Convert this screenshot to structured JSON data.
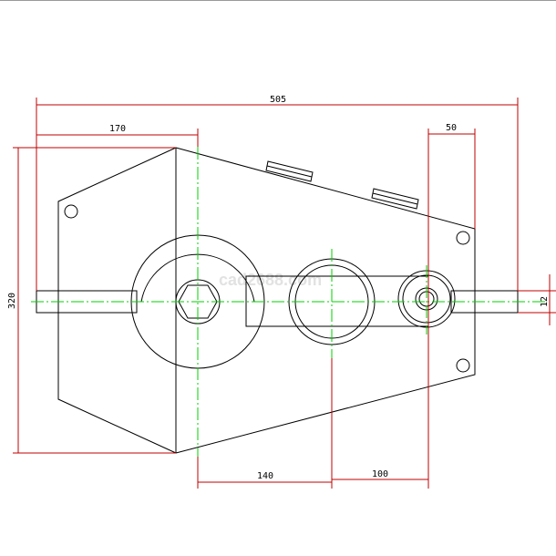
{
  "drawing": {
    "dimensions": {
      "overall_length": "505",
      "input_offset": "170",
      "output_offset": "50",
      "overall_height": "320",
      "center_distance_1": "140",
      "center_distance_2": "100",
      "shaft_diameter": "12"
    },
    "watermark": "cad2688.com",
    "colors": {
      "outline": "#000000",
      "dimension": "#c00000",
      "centerline": "#00d000"
    }
  }
}
